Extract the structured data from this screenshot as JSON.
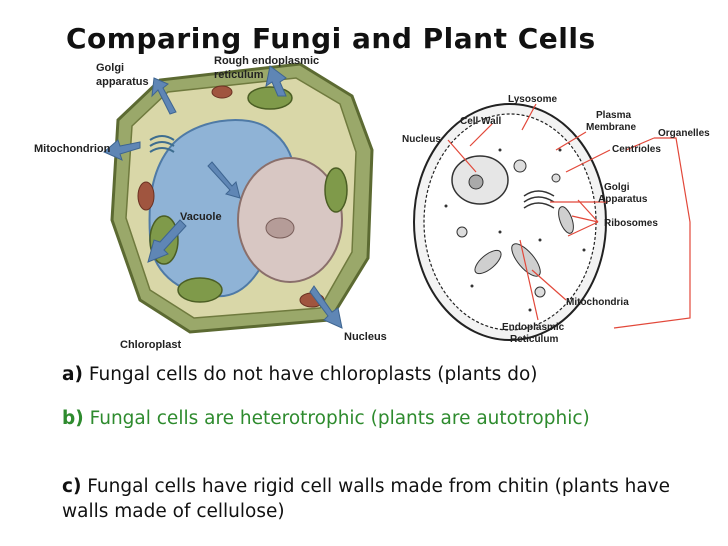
{
  "title": "Comparing Fungi and Plant Cells",
  "plant_cell": {
    "labels": {
      "golgi": [
        "Golgi",
        "apparatus"
      ],
      "rough_er": [
        "Rough endoplasmic",
        "reticulum"
      ],
      "mitochondrion": "Mitochondrion",
      "vacuole": "Vacuole",
      "chloroplast": "Chloroplast",
      "nucleus": "Nucleus"
    }
  },
  "animal_cell": {
    "labels": {
      "lysosome": "Lysosome",
      "cell_wall": "Cell Wall",
      "plasma_membrane": [
        "Plasma",
        "Membrane"
      ],
      "organelles": "Organelles",
      "nucleus": "Nucleus",
      "centrioles": "Centrioles",
      "golgi": [
        "Golgi",
        "Apparatus"
      ],
      "ribosomes": "Ribosomes",
      "mitochondria": "Mitochondria",
      "er": [
        "Endoplasmic",
        "Reticulum"
      ]
    }
  },
  "points": [
    {
      "key": "a)",
      "text": " Fungal cells do not have chloroplasts (plants do)"
    },
    {
      "key": "b)",
      "text": " Fungal cells are heterotrophic (plants are autotrophic)"
    },
    {
      "key": "c)",
      "text": " Fungal cells have rigid cell walls made from chitin (plants have walls made of cellulose)"
    }
  ]
}
